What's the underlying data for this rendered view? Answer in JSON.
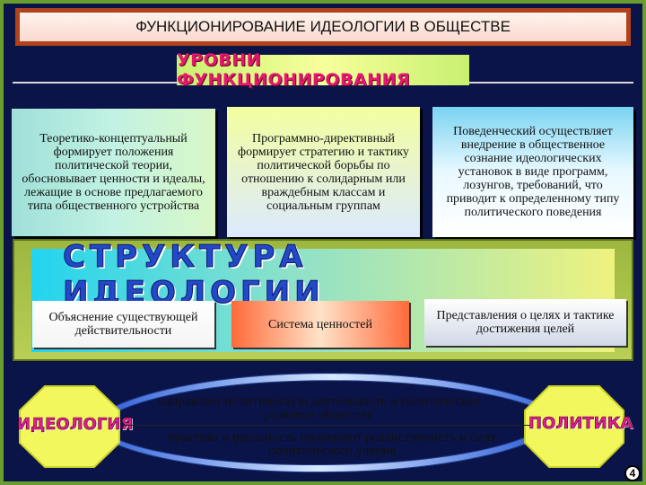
{
  "title": "ФУНКЦИОНИРОВАНИЕ ИДЕОЛОГИИ В ОБЩЕСТВЕ",
  "levels_banner": "УРОВНИ ФУНКЦИОНИРОВАНИЯ",
  "levels": [
    {
      "text": "Теоретико-концептуальный формирует положения политической теории, обосновывает ценности и идеалы, лежащие в основе предлагаемого типа общественного устройства"
    },
    {
      "text": "Программно-директивный формирует стратегию и тактику политической борьбы по отношению к солидарным или враждебным классам и социальным группам"
    },
    {
      "text": "Поведенческий осуществляет внедрение в общественное сознание идеологических установок в виде программ, лозунгов, требований, что приводит к определенному типу политического поведения"
    }
  ],
  "structure_title": "СТРУКТУРА ИДЕОЛОГИИ",
  "structure": [
    {
      "text": "Объяснение существующей действительности"
    },
    {
      "text": "Система ценностей"
    },
    {
      "text": "Представления о целях и тактике достижения целей"
    }
  ],
  "bottom": {
    "left_label": "ИДЕОЛОГИЯ",
    "right_label": "ПОЛИТИКА",
    "top_text": "направляет политическую деятельность и политическое развитие общества",
    "bottom_text": "практика и реальность проверяют реалистичность и силу политического учения"
  },
  "page_number": "4",
  "colors": {
    "frame_bg": "#0b1448",
    "frame_border": "#6a9d2f",
    "title_border": "#b1431c",
    "banner_text": "#e6176f",
    "structure_title": "#2348c8",
    "octagon_fill": "#f2f75c",
    "arrow_blue": "#3a6fe0"
  }
}
